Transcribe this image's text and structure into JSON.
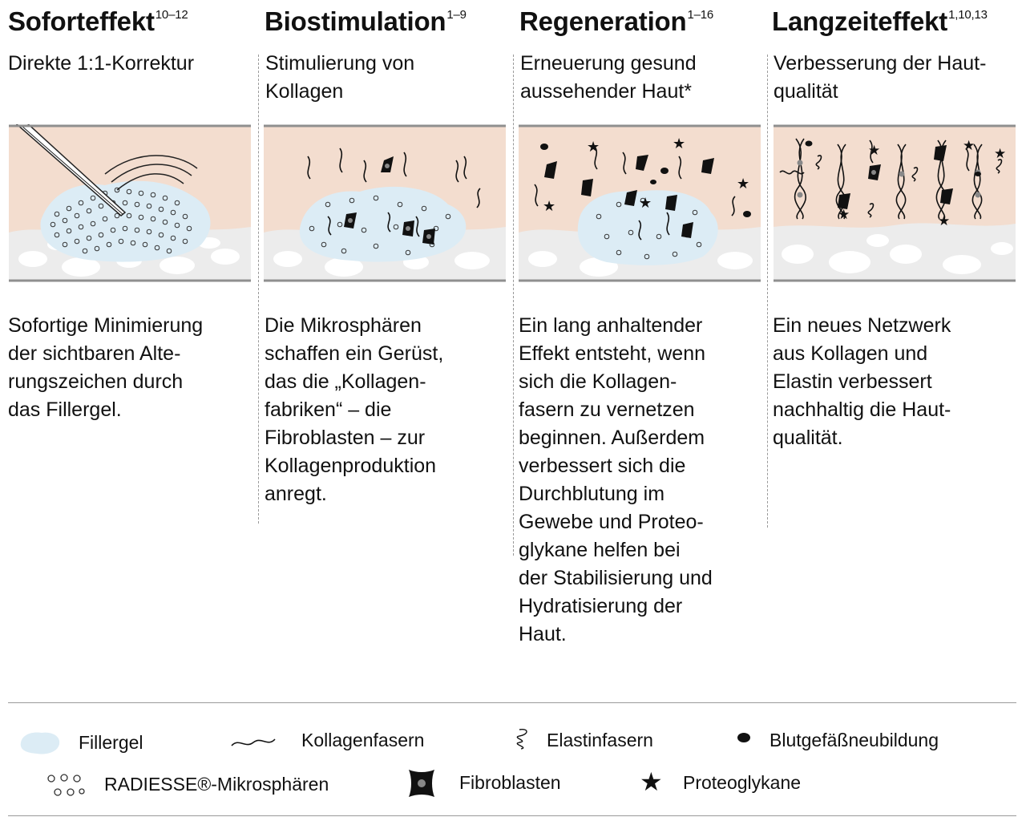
{
  "columns": [
    {
      "title": "Soforteffekt",
      "title_sup": "10–12",
      "subtitle": [
        "Direkte 1:1-Korrektur"
      ],
      "body": [
        "Sofortige Minimierung",
        "der sichtbaren Alte-",
        "rungszeichen durch",
        "das Fillergel."
      ]
    },
    {
      "title": "Biostimulation",
      "title_sup": "1–9",
      "subtitle": [
        "Stimulierung von",
        "Kollagen"
      ],
      "body": [
        "Die Mikrosphären",
        "schaffen ein Gerüst,",
        "das die „Kollagen-",
        "fabriken“ – die",
        "Fibroblasten – zur",
        "Kollagenproduktion",
        "anregt."
      ]
    },
    {
      "title": "Regeneration",
      "title_sup": "1–16",
      "subtitle": [
        "Erneuerung gesund",
        "aussehender Haut*"
      ],
      "body": [
        "Ein lang anhaltender",
        "Effekt entsteht, wenn",
        "sich die Kollagen-",
        "fasern zu vernetzen",
        "beginnen. Außerdem",
        "verbessert sich die",
        "Durchblutung im",
        "Gewebe und Proteo-",
        "glykane helfen bei",
        "der Stabilisierung und",
        "Hydratisierung der",
        "Haut."
      ]
    },
    {
      "title": "Langzeiteffekt",
      "title_sup": "1,10,13",
      "subtitle": [
        "Verbesserung der Haut-",
        "qualität"
      ],
      "body": [
        "Ein neues Netzwerk",
        "aus Kollagen und",
        "Elastin verbessert",
        "nachhaltig die Haut-",
        "qualität."
      ]
    }
  ],
  "legend": {
    "fillergel": "Fillergel",
    "kollagenfasern": "Kollagenfasern",
    "elastinfasern": "Elastinfasern",
    "blutgefaess": "Blutgefäßneubildung",
    "mikrosphaeren": "RADIESSE®-Mikrosphären",
    "fibroblasten": "Fibroblasten",
    "proteoglykane": "Proteoglykane"
  },
  "colors": {
    "skin": "#f3ddcf",
    "gel": "#dcecf5",
    "tissue": "#ececec",
    "line": "#8f8f8f"
  }
}
